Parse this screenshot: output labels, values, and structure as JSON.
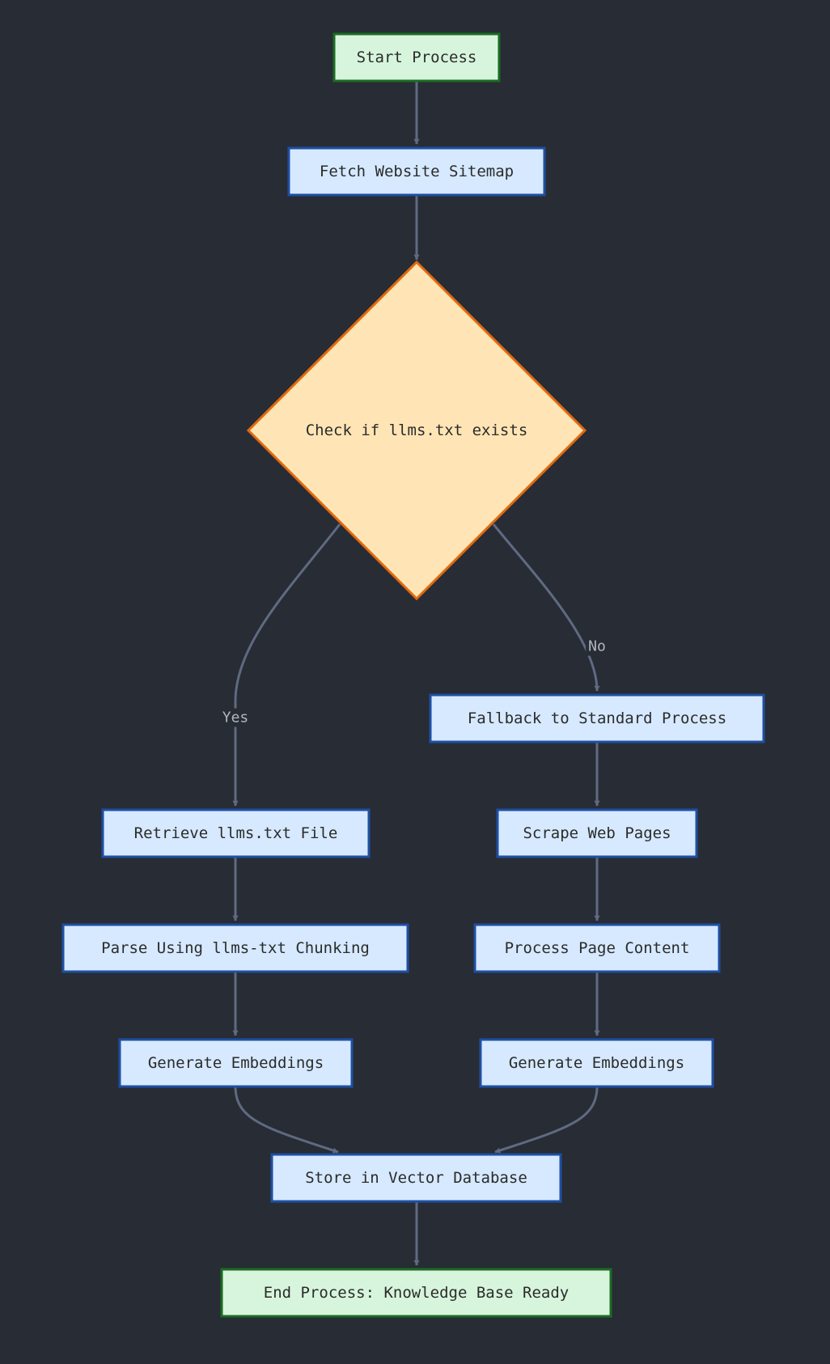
{
  "colors": {
    "background": "#282c34",
    "edge": "#5f6a82",
    "terminal_fill": "#d7f5dc",
    "terminal_stroke": "#1b6b22",
    "process_fill": "#d6e9ff",
    "process_stroke": "#1e4fa3",
    "decision_fill": "#ffe5b5",
    "decision_stroke": "#e06a10",
    "edge_label_bg": "#282c34"
  },
  "nodes": {
    "start": {
      "label": "Start Process",
      "kind": "terminal"
    },
    "fetch": {
      "label": "Fetch Website Sitemap",
      "kind": "process"
    },
    "check": {
      "label": "Check if llms.txt exists",
      "kind": "decision"
    },
    "fallback": {
      "label": "Fallback to Standard Process",
      "kind": "process"
    },
    "retrieve": {
      "label": "Retrieve llms.txt File",
      "kind": "process"
    },
    "scrape": {
      "label": "Scrape Web Pages",
      "kind": "process"
    },
    "parse": {
      "label": "Parse Using llms-txt Chunking",
      "kind": "process"
    },
    "process": {
      "label": "Process Page Content",
      "kind": "process"
    },
    "embed_left": {
      "label": "Generate Embeddings",
      "kind": "process"
    },
    "embed_right": {
      "label": "Generate Embeddings",
      "kind": "process"
    },
    "store": {
      "label": "Store in Vector Database",
      "kind": "process"
    },
    "end": {
      "label": "End Process: Knowledge Base Ready",
      "kind": "terminal"
    }
  },
  "edges": [
    {
      "from": "start",
      "to": "fetch",
      "label": ""
    },
    {
      "from": "fetch",
      "to": "check",
      "label": ""
    },
    {
      "from": "check",
      "to": "retrieve",
      "label": "Yes"
    },
    {
      "from": "check",
      "to": "fallback",
      "label": "No"
    },
    {
      "from": "retrieve",
      "to": "parse",
      "label": ""
    },
    {
      "from": "parse",
      "to": "embed_left",
      "label": ""
    },
    {
      "from": "fallback",
      "to": "scrape",
      "label": ""
    },
    {
      "from": "scrape",
      "to": "process",
      "label": ""
    },
    {
      "from": "process",
      "to": "embed_right",
      "label": ""
    },
    {
      "from": "embed_left",
      "to": "store",
      "label": ""
    },
    {
      "from": "embed_right",
      "to": "store",
      "label": ""
    },
    {
      "from": "store",
      "to": "end",
      "label": ""
    }
  ]
}
